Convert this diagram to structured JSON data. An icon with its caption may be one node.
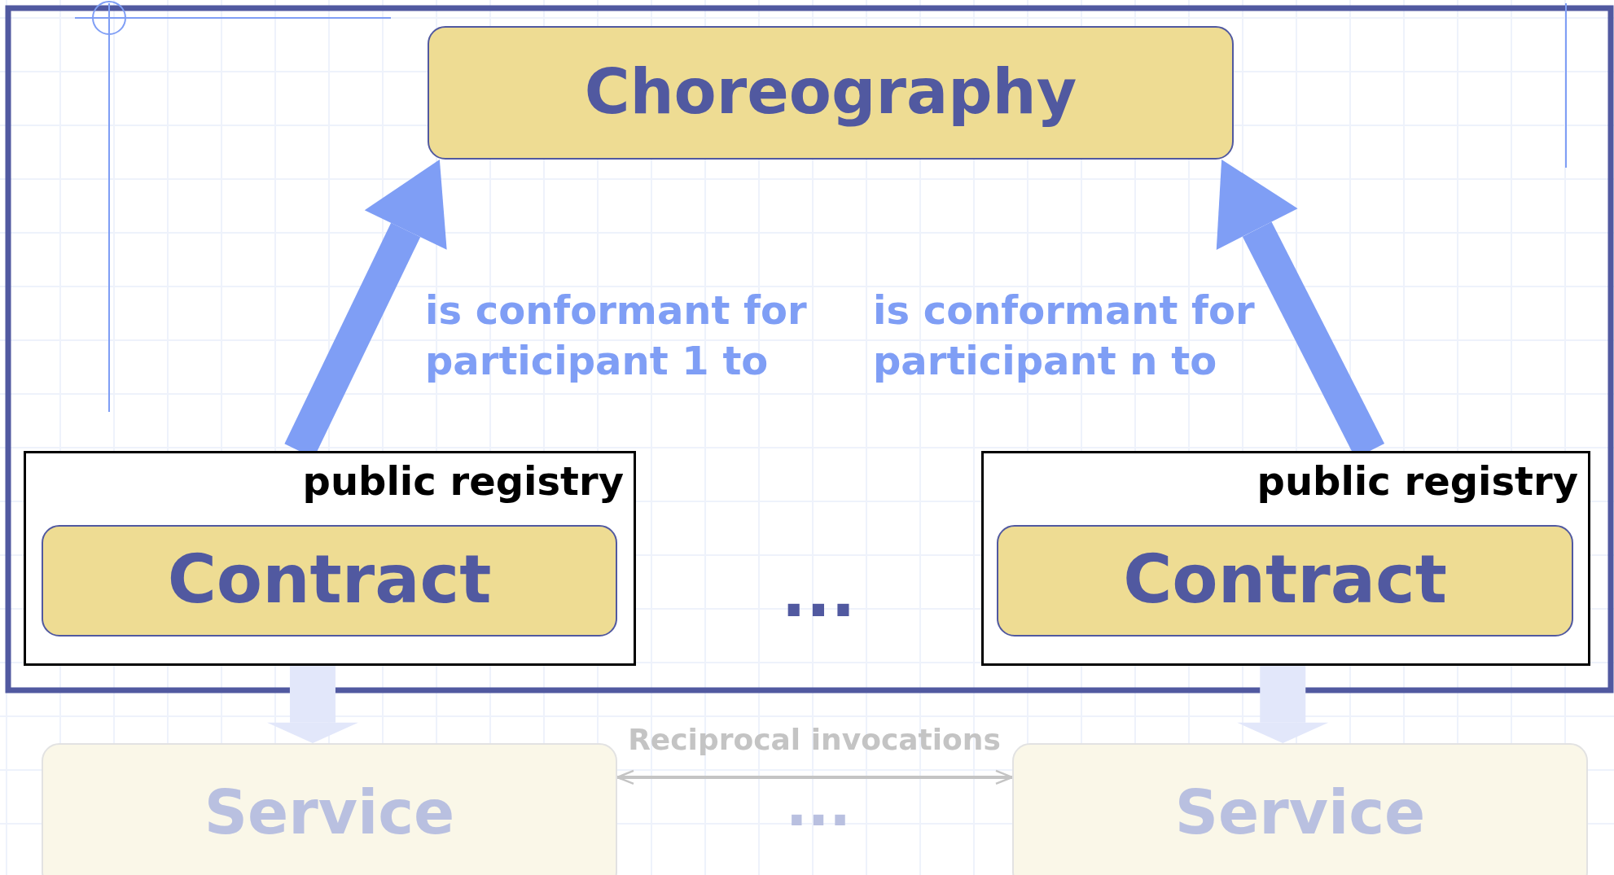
{
  "diagram": {
    "nodes": [
      {
        "text": [
          "Choreography"
        ]
      },
      {
        "text": [
          "public registry"
        ]
      },
      {
        "text": [
          "Contract"
        ],
        "in": 1
      },
      {
        "text": [
          "public registry"
        ]
      },
      {
        "text": [
          "Contract"
        ],
        "in": 3
      },
      {
        "text": [
          "Service"
        ]
      },
      {
        "text": [
          "Service"
        ]
      }
    ],
    "edges": [
      {
        "from": 1,
        "to": 0,
        "arrow": "to",
        "label": "is conformant for participant 1 to",
        "color": "#7f9ef5"
      },
      {
        "from": 3,
        "to": 0,
        "arrow": "to",
        "label": "is conformant for participant n to",
        "color": "#7f9ef5"
      },
      {
        "from": 1,
        "to": 5,
        "arrow": "to",
        "color": "#e2e7fa"
      },
      {
        "from": 3,
        "to": 6,
        "arrow": "to",
        "color": "#e2e7fa"
      },
      {
        "from": 5,
        "to": 6,
        "arrow": "both",
        "label": "Reciprocal invocations",
        "color": "#c4c4c4"
      }
    ],
    "labels": [
      "...",
      "..."
    ]
  }
}
